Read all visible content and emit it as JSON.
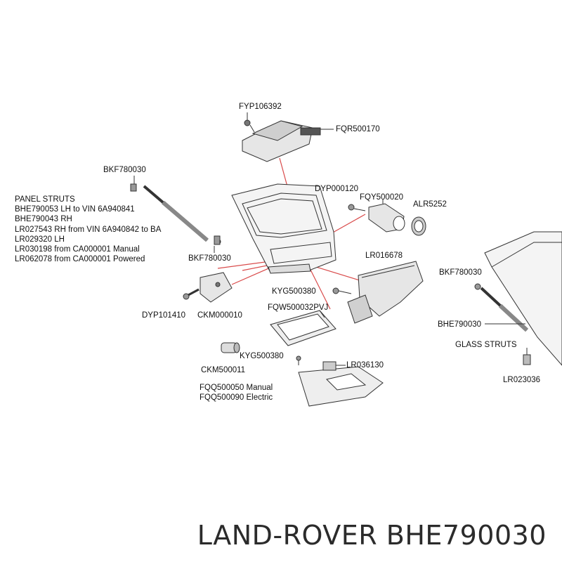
{
  "parts": {
    "fyp106392": "FYP106392",
    "fqr500170": "FQR500170",
    "bkf780030_top": "BKF780030",
    "dyp000120": "DYP000120",
    "fqy500020": "FQY500020",
    "alr5252": "ALR5252",
    "bkf780030_mid": "BKF780030",
    "lr016678": "LR016678",
    "bkf780030_right": "BKF780030",
    "kyg500380_a": "KYG500380",
    "dyp101410": "DYP101410",
    "ckm000010": "CKM000010",
    "fqw500032pvj": "FQW500032PVJ",
    "bhe790030": "BHE790030",
    "glass_struts": "GLASS STRUTS",
    "kyg500380_b": "KYG500380",
    "lr036130": "LR036130",
    "ckm500011": "CKM500011",
    "lr023036": "LR023036",
    "fqq500050": "FQQ500050 Manual",
    "fqq500090": "FQQ500090 Electric"
  },
  "panel_struts_note": [
    "PANEL STRUTS",
    "BHE790053 LH to VIN 6A940841",
    "BHE790043 RH",
    "LR027543 RH from VIN 6A940842 to BA",
    "LR029320 LH",
    "LR030198 from CA000001 Manual",
    "LR062078 from CA000001 Powered"
  ],
  "footer_title": "LAND-ROVER BHE790030",
  "colors": {
    "line": "#333333",
    "leader_red": "#d94a4a",
    "part_fill": "#e6e6e6",
    "part_dark": "#7a7a7a",
    "footer": "#2b2b2b"
  }
}
